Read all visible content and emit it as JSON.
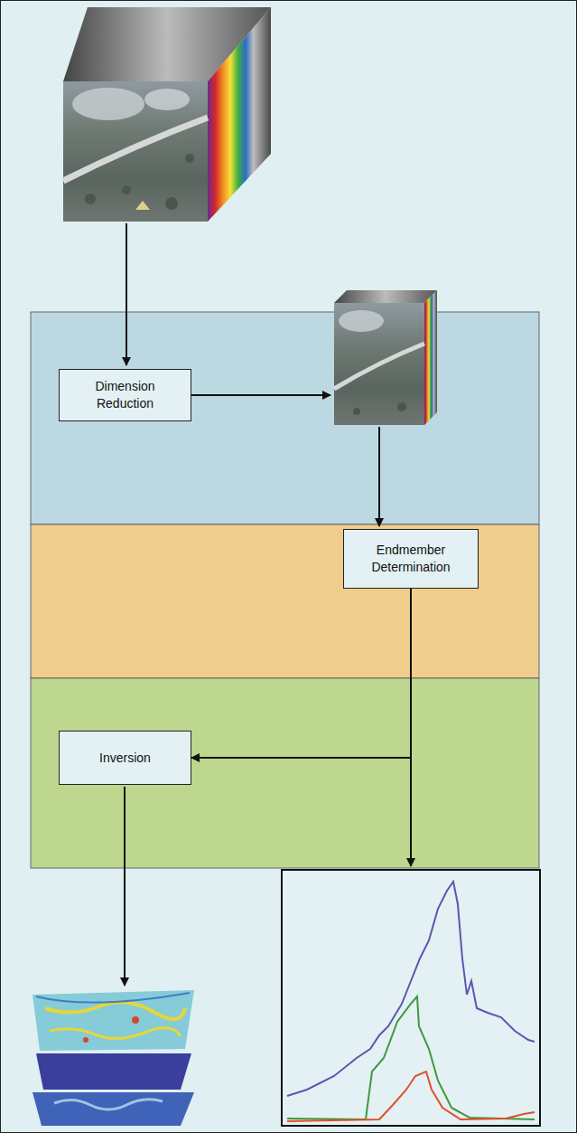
{
  "diagram": {
    "nodes": [
      {
        "text": [
          "Dimension Reduction"
        ]
      },
      {
        "text": [
          "Endmember Determination"
        ]
      },
      {
        "text": [
          "Inversion"
        ]
      }
    ],
    "edges": [
      {
        "from": 1,
        "to": 2,
        "arrow": "to"
      }
    ]
  }
}
